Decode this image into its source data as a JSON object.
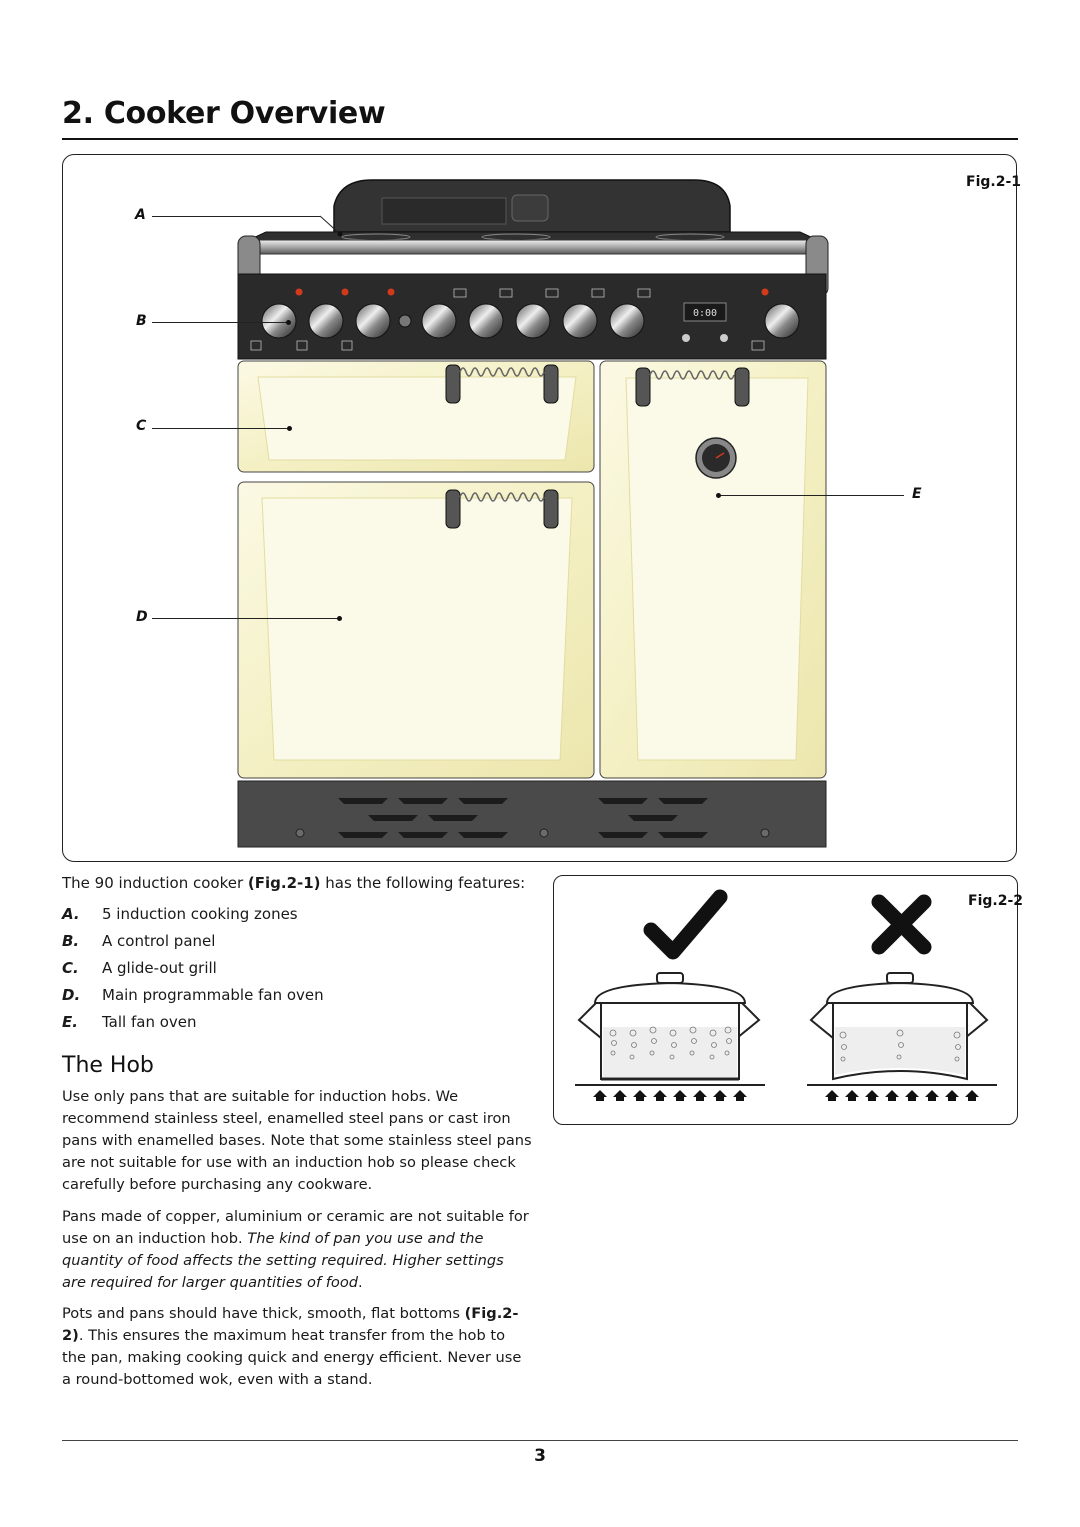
{
  "header": {
    "title": "2. Cooker Overview"
  },
  "figure1": {
    "label": "Fig.2-1",
    "callouts": [
      "A",
      "B",
      "C",
      "D",
      "E"
    ],
    "display_time": "0:00"
  },
  "intro": {
    "before": "The 90 induction cooker ",
    "ref": "(Fig.2-1)",
    "after": " has the following features:"
  },
  "features": [
    {
      "letter": "A.",
      "text": "5 induction cooking zones"
    },
    {
      "letter": "B.",
      "text": "A control panel"
    },
    {
      "letter": "C.",
      "text": "A glide-out grill"
    },
    {
      "letter": "D.",
      "text": "Main programmable fan oven"
    },
    {
      "letter": "E.",
      "text": "Tall fan oven"
    }
  ],
  "hob": {
    "heading": "The Hob",
    "para1": "Use only pans that are suitable for induction hobs. We recommend stainless steel, enamelled steel pans or cast iron pans with enamelled bases. Note that some stainless steel pans are not suitable for use with an induction hob so please check carefully before purchasing any cookware.",
    "para2_plain": "Pans made of copper, aluminium or ceramic are not suitable for use on an induction hob. ",
    "para2_italic": "The kind of pan you use and the quantity of food affects the setting required. Higher settings are required for larger quantities of food",
    "para2_end": ".",
    "para3_before": "Pots and pans should have thick, smooth, flat bottoms ",
    "para3_ref": "(Fig.2-2)",
    "para3_after": ". This ensures the maximum heat transfer from the hob to the pan, making cooking quick and energy efficient. Never use a round-bottomed wok, even with a stand."
  },
  "figure2": {
    "label": "Fig.2-2"
  },
  "footer": {
    "page_number": "3"
  },
  "colors": {
    "cream": "#f7f4cf",
    "panel": "#2a2a2a",
    "plinth": "#4a4a4a",
    "knob_red": "#d23a1c"
  }
}
